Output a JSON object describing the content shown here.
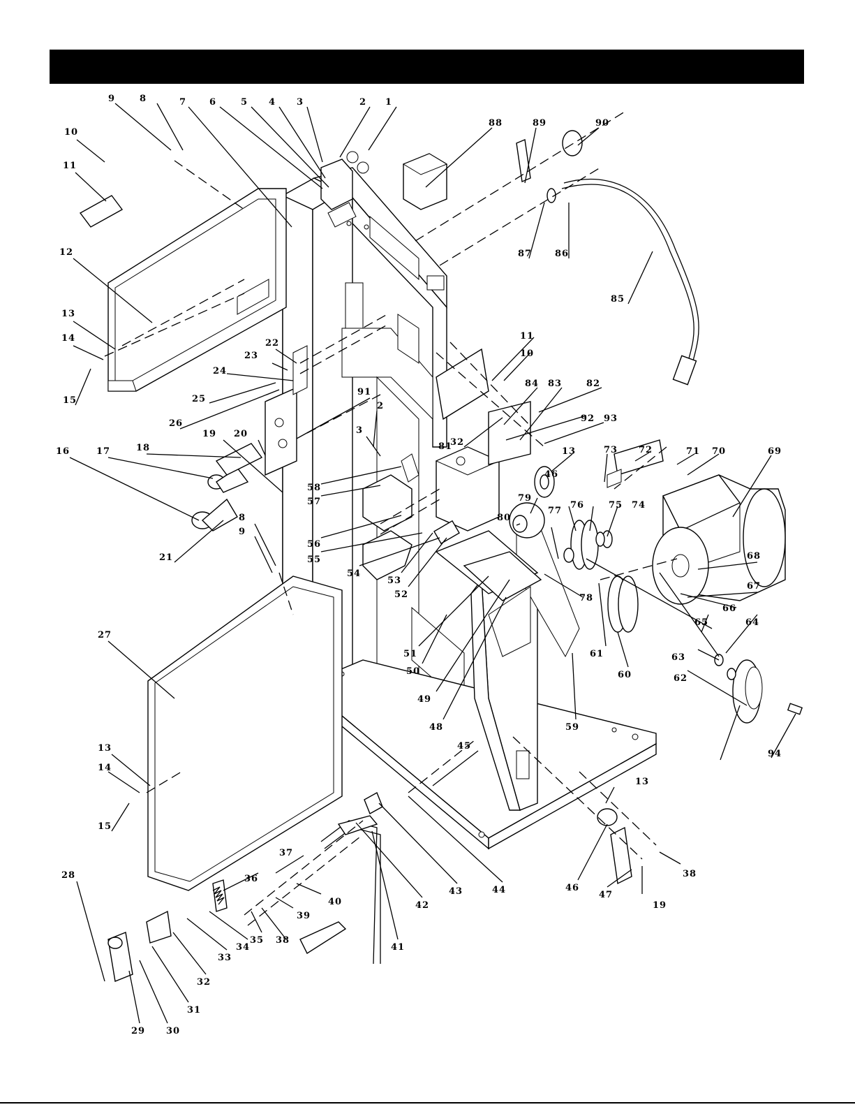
{
  "header": {
    "title": ""
  },
  "callouts": [
    {
      "id": "c1",
      "label": "1"
    },
    {
      "id": "c2",
      "label": "2"
    },
    {
      "id": "c3",
      "label": "3"
    },
    {
      "id": "c4",
      "label": "4"
    },
    {
      "id": "c5",
      "label": "5"
    },
    {
      "id": "c6",
      "label": "6"
    },
    {
      "id": "c7",
      "label": "7"
    },
    {
      "id": "c8",
      "label": "8"
    },
    {
      "id": "c9",
      "label": "9"
    },
    {
      "id": "c10",
      "label": "10"
    },
    {
      "id": "c11",
      "label": "11"
    },
    {
      "id": "c12",
      "label": "12"
    },
    {
      "id": "c13",
      "label": "13"
    },
    {
      "id": "c14",
      "label": "14"
    },
    {
      "id": "c15",
      "label": "15"
    },
    {
      "id": "c16",
      "label": "16"
    },
    {
      "id": "c17",
      "label": "17"
    },
    {
      "id": "c18",
      "label": "18"
    },
    {
      "id": "c19",
      "label": "19"
    },
    {
      "id": "c20",
      "label": "20"
    },
    {
      "id": "c21",
      "label": "21"
    },
    {
      "id": "c22",
      "label": "22"
    },
    {
      "id": "c23",
      "label": "23"
    },
    {
      "id": "c24",
      "label": "24"
    },
    {
      "id": "c25",
      "label": "25"
    },
    {
      "id": "c26",
      "label": "26"
    },
    {
      "id": "c27",
      "label": "27"
    },
    {
      "id": "c28",
      "label": "28"
    },
    {
      "id": "c29",
      "label": "29"
    },
    {
      "id": "c30",
      "label": "30"
    },
    {
      "id": "c31",
      "label": "31"
    },
    {
      "id": "c32",
      "label": "32"
    },
    {
      "id": "c33",
      "label": "33"
    },
    {
      "id": "c34",
      "label": "34"
    },
    {
      "id": "c35",
      "label": "35"
    },
    {
      "id": "c36",
      "label": "36"
    },
    {
      "id": "c37",
      "label": "37"
    },
    {
      "id": "c38",
      "label": "38"
    },
    {
      "id": "c39",
      "label": "39"
    },
    {
      "id": "c40",
      "label": "40"
    },
    {
      "id": "c41",
      "label": "41"
    },
    {
      "id": "c42",
      "label": "42"
    },
    {
      "id": "c43",
      "label": "43"
    },
    {
      "id": "c44",
      "label": "44"
    },
    {
      "id": "c45",
      "label": "45"
    },
    {
      "id": "c46",
      "label": "46"
    },
    {
      "id": "c47",
      "label": "47"
    },
    {
      "id": "c48",
      "label": "48"
    },
    {
      "id": "c49",
      "label": "49"
    },
    {
      "id": "c50",
      "label": "50"
    },
    {
      "id": "c51",
      "label": "51"
    },
    {
      "id": "c52",
      "label": "52"
    },
    {
      "id": "c53",
      "label": "53"
    },
    {
      "id": "c54",
      "label": "54"
    },
    {
      "id": "c55",
      "label": "55"
    },
    {
      "id": "c56",
      "label": "56"
    },
    {
      "id": "c57",
      "label": "57"
    },
    {
      "id": "c58",
      "label": "58"
    },
    {
      "id": "c59",
      "label": "59"
    },
    {
      "id": "c60",
      "label": "60"
    },
    {
      "id": "c61",
      "label": "61"
    },
    {
      "id": "c62",
      "label": "62"
    },
    {
      "id": "c63",
      "label": "63"
    },
    {
      "id": "c64",
      "label": "64"
    },
    {
      "id": "c65",
      "label": "65"
    },
    {
      "id": "c66",
      "label": "66"
    },
    {
      "id": "c67",
      "label": "67"
    },
    {
      "id": "c68",
      "label": "68"
    },
    {
      "id": "c69",
      "label": "69"
    },
    {
      "id": "c70",
      "label": "70"
    },
    {
      "id": "c71",
      "label": "71"
    },
    {
      "id": "c72",
      "label": "72"
    },
    {
      "id": "c73",
      "label": "73"
    },
    {
      "id": "c74",
      "label": "74"
    },
    {
      "id": "c75",
      "label": "75"
    },
    {
      "id": "c76",
      "label": "76"
    },
    {
      "id": "c77",
      "label": "77"
    },
    {
      "id": "c78",
      "label": "78"
    },
    {
      "id": "c79",
      "label": "79"
    },
    {
      "id": "c80",
      "label": "80"
    },
    {
      "id": "c81",
      "label": "81"
    },
    {
      "id": "c82",
      "label": "82"
    },
    {
      "id": "c83",
      "label": "83"
    },
    {
      "id": "c84",
      "label": "84"
    },
    {
      "id": "c85",
      "label": "85"
    },
    {
      "id": "c86",
      "label": "86"
    },
    {
      "id": "c87",
      "label": "87"
    },
    {
      "id": "c88",
      "label": "88"
    },
    {
      "id": "c89",
      "label": "89"
    },
    {
      "id": "c90",
      "label": "90"
    },
    {
      "id": "c91",
      "label": "91"
    },
    {
      "id": "c92",
      "label": "92"
    },
    {
      "id": "c93",
      "label": "93"
    },
    {
      "id": "c94",
      "label": "94"
    },
    {
      "id": "c2b",
      "label": "2"
    },
    {
      "id": "c3b",
      "label": "3"
    },
    {
      "id": "c8b",
      "label": "8"
    },
    {
      "id": "c9b",
      "label": "9"
    },
    {
      "id": "c10b",
      "label": "10"
    },
    {
      "id": "c11b",
      "label": "11"
    },
    {
      "id": "c13b",
      "label": "13"
    },
    {
      "id": "c13c",
      "label": "13"
    },
    {
      "id": "c13d",
      "label": "13"
    },
    {
      "id": "c14b",
      "label": "14"
    },
    {
      "id": "c15b",
      "label": "15"
    },
    {
      "id": "c19b",
      "label": "19"
    },
    {
      "id": "c32b",
      "label": "32"
    },
    {
      "id": "c38b",
      "label": "38"
    },
    {
      "id": "c46b",
      "label": "46"
    }
  ]
}
